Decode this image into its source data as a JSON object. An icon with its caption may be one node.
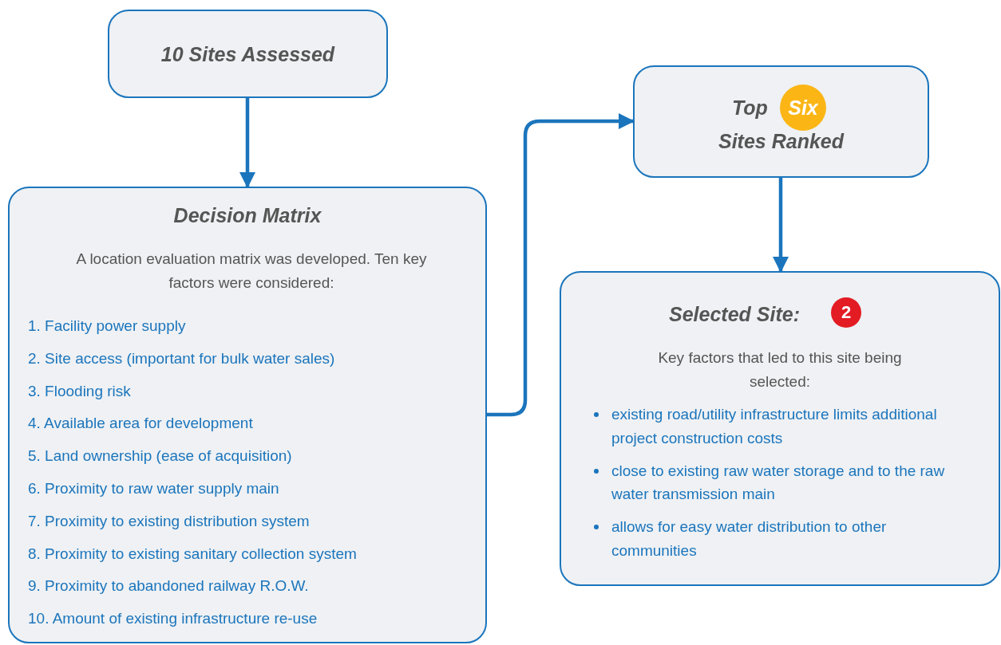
{
  "diagram": {
    "nodes": [
      {
        "text": [
          "10 Sites Assessed"
        ]
      },
      {
        "text": [
          "Decision Matrix",
          "A location evaluation matrix was developed. Ten key factors were considered:",
          "1. Facility power supply",
          "2. Site access (important for bulk water sales)",
          "3. Flooding risk",
          "4. Available area for development",
          "5. Land ownership (ease of acquisition)",
          "6. Proximity to raw water supply main",
          "7. Proximity to existing distribution system",
          "8. Proximity to existing sanitary collection system",
          "9. Proximity to abandoned railway R.O.W.",
          "10. Amount of existing infrastructure re-use"
        ]
      },
      {
        "text": [
          "Top",
          "Six",
          "Sites Ranked"
        ]
      },
      {
        "text": [
          "Selected Site:",
          "2",
          "Key factors that led to this site being selected:",
          "existing road/utility infrastructure limits additional project construction costs",
          "close to existing raw water storage and to the raw water transmission main",
          "allows for easy water distribution to other communities"
        ]
      }
    ],
    "edges": [
      {
        "from": 0,
        "to": 1,
        "arrow": "to"
      },
      {
        "from": 1,
        "to": 2,
        "arrow": "to"
      },
      {
        "from": 2,
        "to": 3,
        "arrow": "to"
      }
    ]
  }
}
